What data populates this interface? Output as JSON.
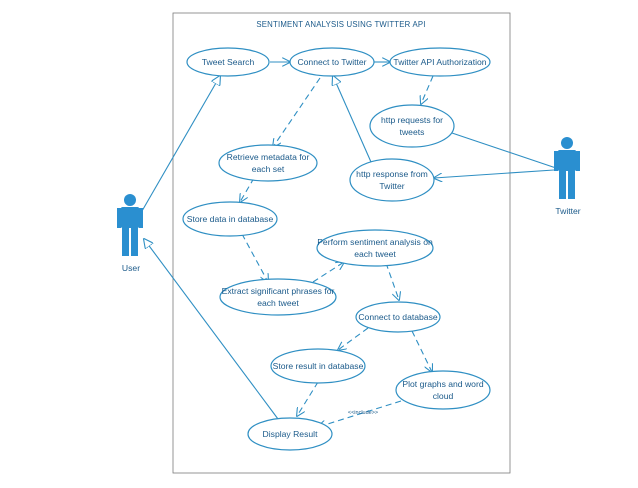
{
  "title": "SENTIMENT ANALYSIS USING TWITTER API",
  "actors": {
    "user": "User",
    "twitter": "Twitter"
  },
  "use_cases": {
    "tweet_search": [
      "Tweet Search"
    ],
    "connect_twitter": [
      "Connect to Twitter"
    ],
    "twitter_api_auth": [
      "Twitter API Authorization"
    ],
    "http_requests": [
      "http requests for",
      "tweets"
    ],
    "http_response": [
      "http response from",
      "Twitter"
    ],
    "retrieve_metadata": [
      "Retrieve metadata for",
      "each set"
    ],
    "store_data": [
      "Store data in database"
    ],
    "perform_sentiment": [
      "Perform sentiment analysis on",
      "each tweet"
    ],
    "extract_phrases": [
      "Extract significant phrases for",
      "each tweet"
    ],
    "connect_database": [
      "Connect to database"
    ],
    "store_result": [
      "Store result in database"
    ],
    "plot_graphs": [
      "Plot graphs and word",
      "cloud"
    ],
    "display_result": [
      "Display Result"
    ]
  },
  "include_label": "<<include>>"
}
